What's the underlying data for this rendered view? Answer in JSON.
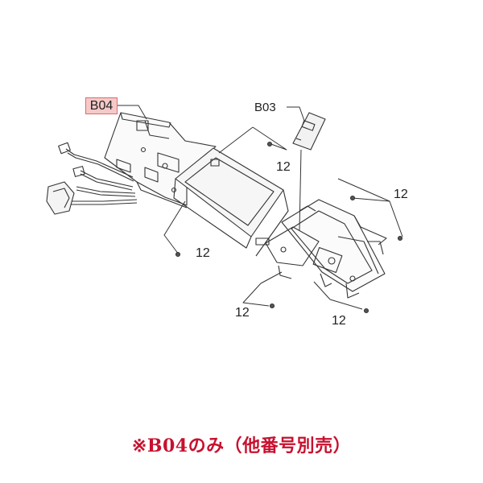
{
  "diagram": {
    "part_labels": {
      "b04": "B04",
      "b03": "B03"
    },
    "screw_callout": "12",
    "caption": "※B04のみ（他番号別売）",
    "colors": {
      "highlight_fill": "#f6c9c9",
      "highlight_border": "#e06a6a",
      "caption": "#c8102e",
      "line": "#333333"
    }
  }
}
